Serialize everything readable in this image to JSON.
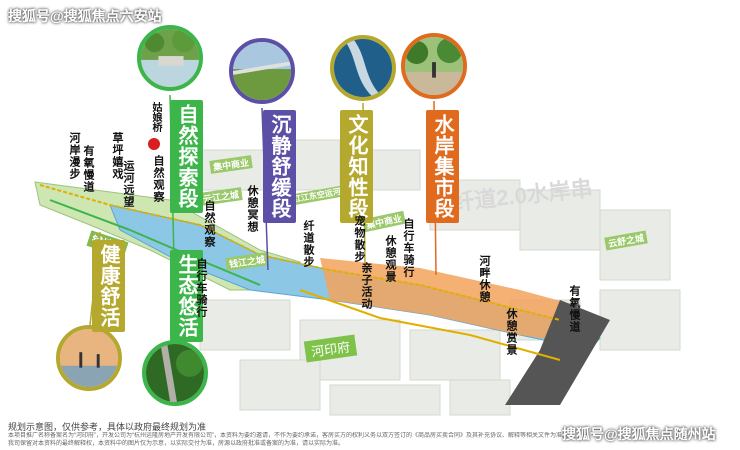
{
  "watermarks": {
    "top_left": "搜狐号@搜狐焦点六安站",
    "bottom_right": "搜狐号@搜狐焦点随州站"
  },
  "zones": [
    {
      "label": "自然探索段",
      "color": "#3cb54a"
    },
    {
      "label": "生态悠活",
      "color": "#3cb54a"
    },
    {
      "label": "沉静舒缓段",
      "color": "#5b4fa6"
    },
    {
      "label": "文化知性段",
      "color": "#b5a82e"
    },
    {
      "label": "水岸集市段",
      "color": "#e06a1e"
    },
    {
      "label": "健康舒活",
      "color": "#b5a82e"
    }
  ],
  "pois": {
    "hean_mandao": "河岸漫步",
    "youyang_mandao_left": "有氧慢道",
    "caoping_xiyou": "草坪嬉戏",
    "yunhe_yuanwang": "运河远望",
    "guniangqiao": "姑娘桥",
    "ziran_guancha_top": "自然观察",
    "ziran_guancha": "自然观察",
    "xiuxi_mingxiang": "休憩冥想",
    "zixingche_left": "自行车骑行",
    "xiandao_sanbu": "纤道散步",
    "chongwu_sanbu": "宠物散步",
    "xiuxi_guanjing_mid": "休憩观景",
    "qinzi_huodong": "亲子活动",
    "zixingche_right": "自行车骑行",
    "hepan_xiuxi": "河畔休憩",
    "xiuxi_shangjing": "休憩赏景",
    "youyang_mandao_right": "有氧慢道"
  },
  "map_labels": {
    "title_bg": "纤道2.0水岸串",
    "river_name": "河印府",
    "street_left": "钱塘区",
    "block_a": "集中商业",
    "block_b": "云江之城",
    "block_c": "集中商业",
    "block_d": "云舒之城",
    "block_e": "钱江之城",
    "block_f": "红江东空运河"
  },
  "footer": {
    "note": "规划示意图，仅供参考，具体以政府最终规划为准",
    "fine_print": "本项目推广名称备案名为“河印府”，开发公司为“杭州运隆房地产开发有限公司”，本资料为要约邀请，不作为要约承诺，客房买方的权利义务以双方签订的《商品房买卖合同》及其补充协议、解释等相关文件为准。我司保留对本资料的最终解释权，本资料中的图片仅为示意，以实际交付为准，房源以政府批准或备案的为准，请以实际为准。"
  },
  "colors": {
    "green": "#3cb54a",
    "purple": "#5b4fa6",
    "olive": "#b5a82e",
    "orange": "#e06a1e",
    "river": "#6fb6e0",
    "greenway": "#7fc24a",
    "gold": "#e0b000"
  }
}
